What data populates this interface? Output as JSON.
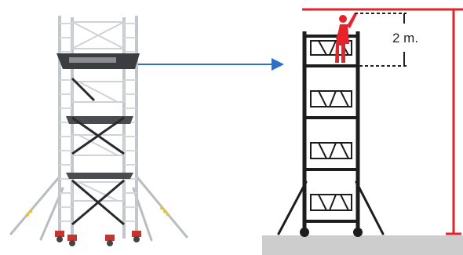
{
  "figure": {
    "height_label": "2 m.",
    "colors": {
      "arrow": "#2f6fc4",
      "measure": "#e4232a",
      "frame_dark": "#1d1d1d",
      "aluminium": "#c9ccd0",
      "ground": "#cdcdcd",
      "worker": "#e4232a",
      "hazard_yellow": "#f5c400",
      "wheel": "#c8322f"
    },
    "icons": {
      "left": "aluminium-tower-scaffold",
      "right": "tower-scaffold-outline",
      "person": "worker-reaching-icon",
      "pointer": "right-arrow-icon"
    }
  }
}
